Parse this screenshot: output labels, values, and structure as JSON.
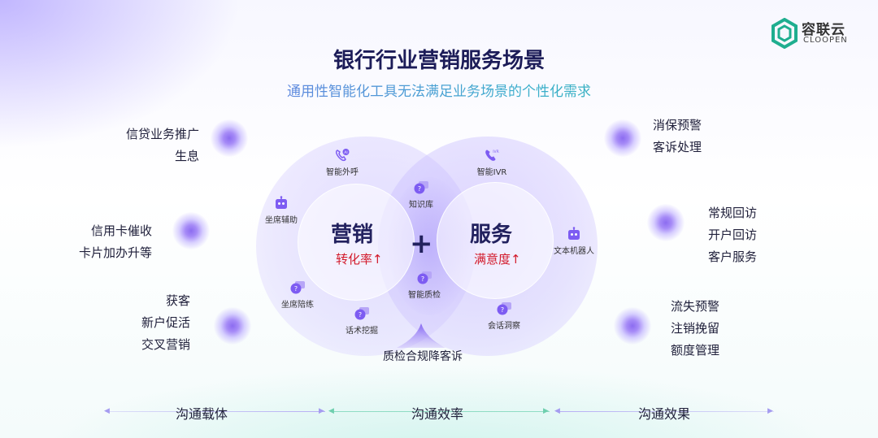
{
  "logo": {
    "name_cn": "容联云",
    "name_en": "CLOOPEN"
  },
  "title": "银行行业营销服务场景",
  "subtitle": "通用性智能化工具无法满足业务场景的个性化需求",
  "left_groups": [
    {
      "lines": [
        "信贷业务推广",
        "生息"
      ]
    },
    {
      "lines": [
        "信用卡催收",
        "卡片加办升等"
      ]
    },
    {
      "lines": [
        "获客",
        "新户促活",
        "交叉营销"
      ]
    }
  ],
  "right_groups": [
    {
      "lines": [
        "消保预警",
        "客诉处理"
      ]
    },
    {
      "lines": [
        "常规回访",
        "开户回访",
        "客户服务"
      ]
    },
    {
      "lines": [
        "流失预警",
        "注销挽留",
        "额度管理"
      ]
    }
  ],
  "venn": {
    "left_core": {
      "title": "营销",
      "sub": "转化率↑"
    },
    "right_core": {
      "title": "服务",
      "sub": "满意度↑"
    },
    "plus": "+",
    "nodes": {
      "smart_outbound": {
        "label": "智能外呼",
        "icon": "ai-phone-icon"
      },
      "agent_assist": {
        "label": "坐席辅助",
        "icon": "robot-icon"
      },
      "agent_training": {
        "label": "坐席陪练",
        "icon": "chat-bubble-icon"
      },
      "script_mining": {
        "label": "话术挖掘",
        "icon": "chat-bubble-icon"
      },
      "knowledge_base": {
        "label": "知识库",
        "icon": "chat-bubble-icon"
      },
      "smart_qc": {
        "label": "智能质检",
        "icon": "chat-bubble-icon"
      },
      "smart_ivr": {
        "label": "智能IVR",
        "icon": "ivr-phone-icon"
      },
      "text_bot": {
        "label": "文本机器人",
        "icon": "robot-icon"
      },
      "conversation_insight": {
        "label": "会话洞察",
        "icon": "chat-bubble-icon"
      }
    },
    "bottom_label": "质检合规降客诉"
  },
  "axis": {
    "labels": [
      "沟通载体",
      "沟通效率",
      "沟通效果"
    ]
  },
  "colors": {
    "title": "#1c1c58",
    "accent_purple": "#7d5cf2",
    "accent_teal": "#2bb89a",
    "highlight_red": "#d21a2b"
  }
}
